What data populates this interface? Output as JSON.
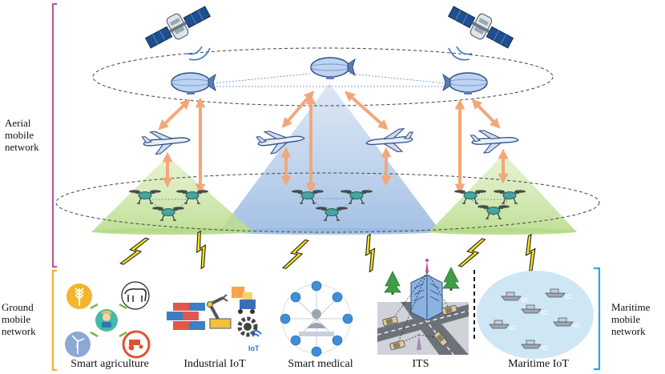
{
  "side_labels": {
    "aerial": [
      "Aerial",
      "mobile",
      "network"
    ],
    "ground": [
      "Ground",
      "mobile",
      "network"
    ],
    "maritime": [
      "Maritime",
      "mobile",
      "network"
    ]
  },
  "captions": {
    "agriculture": "Smart agriculture",
    "industrial": "Industrial IoT",
    "medical": "Smart medical",
    "its": "ITS",
    "maritime": "Maritime IoT"
  },
  "iot_badge": "IoT",
  "colors": {
    "bracket_aerial": "#c0569a",
    "bracket_ground": "#f2b030",
    "bracket_maritime": "#3a9fe0",
    "arrow": "#f2a77a",
    "green_beam": "#c9e3a4",
    "blue_beam": "#a9c4e4",
    "lightning": "#f5e51c",
    "sea": "#cfe7f5"
  },
  "icons": [
    "satellite-icon",
    "airship-icon",
    "fixed-wing-uav-icon",
    "quadcopter-icon",
    "lightning-icon",
    "wheat-icon",
    "cow-icon",
    "farmer-icon",
    "windmill-icon",
    "tractor-icon",
    "robot-arm-icon",
    "gear-icon",
    "doctor-icon",
    "ship-icon",
    "tower-icon"
  ]
}
